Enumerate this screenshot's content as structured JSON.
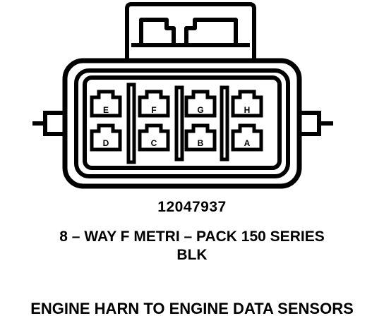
{
  "connector": {
    "part_number": "12047937",
    "description": "8 – WAY F METRI – PACK 150 SERIES",
    "color": "BLK",
    "circuit_description": "ENGINE HARN TO ENGINE DATA SENSORS",
    "cavities_top": [
      "E",
      "F",
      "G",
      "H"
    ],
    "cavities_bottom": [
      "D",
      "C",
      "B",
      "A"
    ]
  }
}
